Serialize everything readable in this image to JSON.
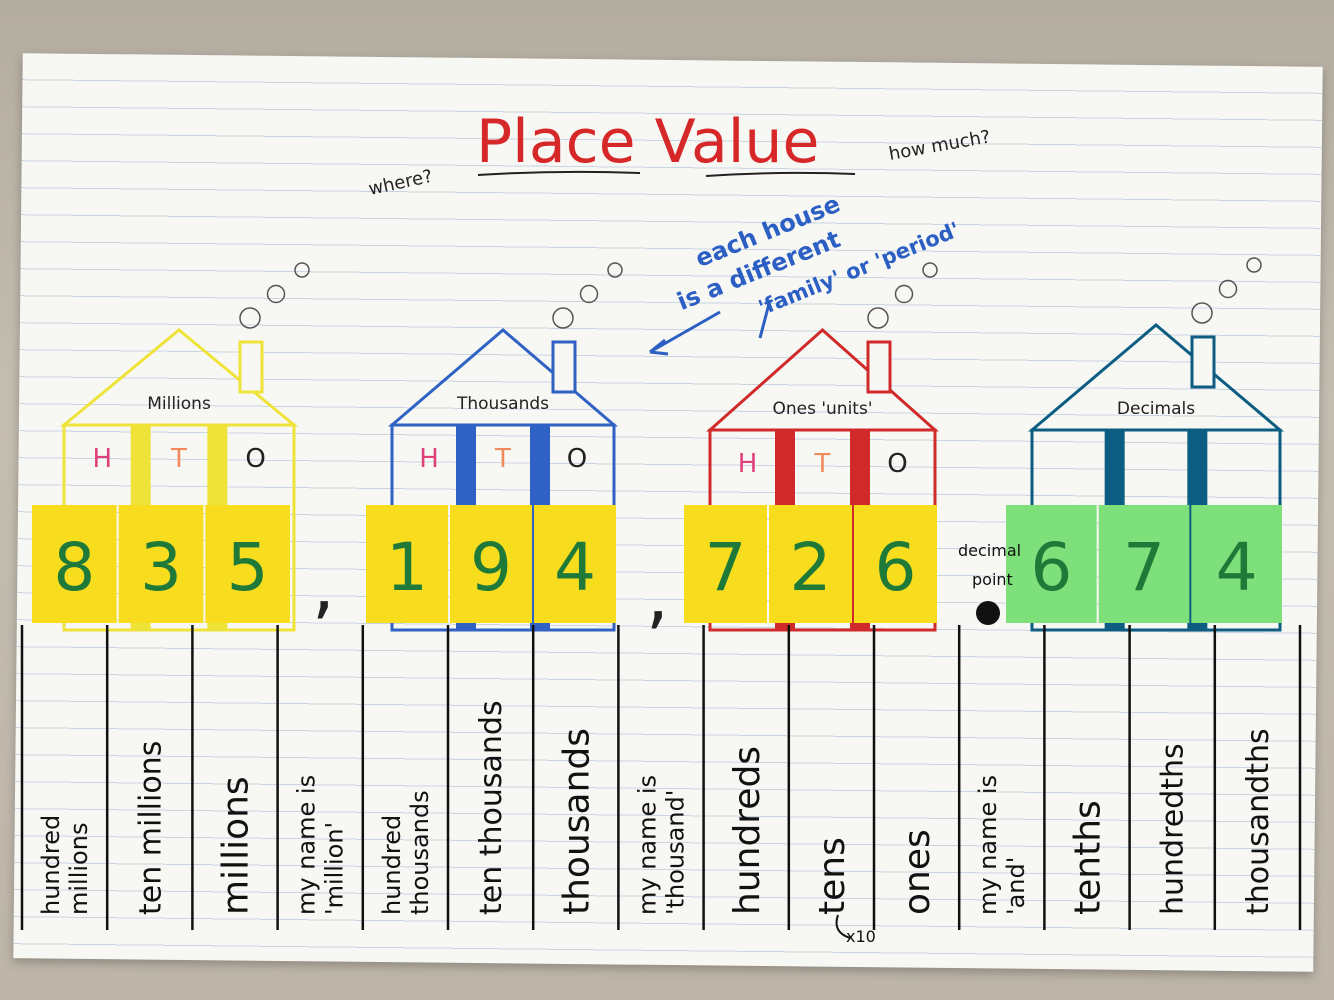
{
  "title": "Place Value",
  "left_note": "where?",
  "right_note": "how much?",
  "callout": [
    "each house",
    "is a different",
    "'family' or 'period'"
  ],
  "houses": [
    {
      "label": "Millions",
      "color": "#efe33a",
      "places": [
        "H",
        "T",
        "O"
      ],
      "digits": [
        "8",
        "3",
        "5"
      ],
      "card_color": "#f8dd1f"
    },
    {
      "label": "Thousands",
      "color": "#2f62c4",
      "places": [
        "H",
        "T",
        "O"
      ],
      "digits": [
        "1",
        "9",
        "4"
      ],
      "card_color": "#f8dd1f"
    },
    {
      "label": "Ones 'units'",
      "color": "#d12a2a",
      "places": [
        "H",
        "T",
        "O"
      ],
      "digits": [
        "7",
        "2",
        "6"
      ],
      "card_color": "#f8dd1f"
    },
    {
      "label": "Decimals",
      "color": "#0d5d82",
      "places": [],
      "digits": [
        "6",
        "7",
        "4"
      ],
      "card_color": "#7ee07a"
    }
  ],
  "decimal_point_label": [
    "decimal",
    "point"
  ],
  "columns": [
    [
      "hundred",
      "millions"
    ],
    [
      "ten millions"
    ],
    [
      "millions"
    ],
    [
      "my name is",
      "'million'"
    ],
    [
      "hundred",
      "thousands"
    ],
    [
      "ten thousands"
    ],
    [
      "thousands"
    ],
    [
      "my name is",
      "'thousand'"
    ],
    [
      "hundreds"
    ],
    [
      "tens"
    ],
    [
      "ones"
    ],
    [
      "my name is",
      "'and'"
    ],
    [
      "tenths"
    ],
    [
      "hundredths"
    ],
    [
      "thousandths"
    ]
  ],
  "times_ten_note": "x10"
}
